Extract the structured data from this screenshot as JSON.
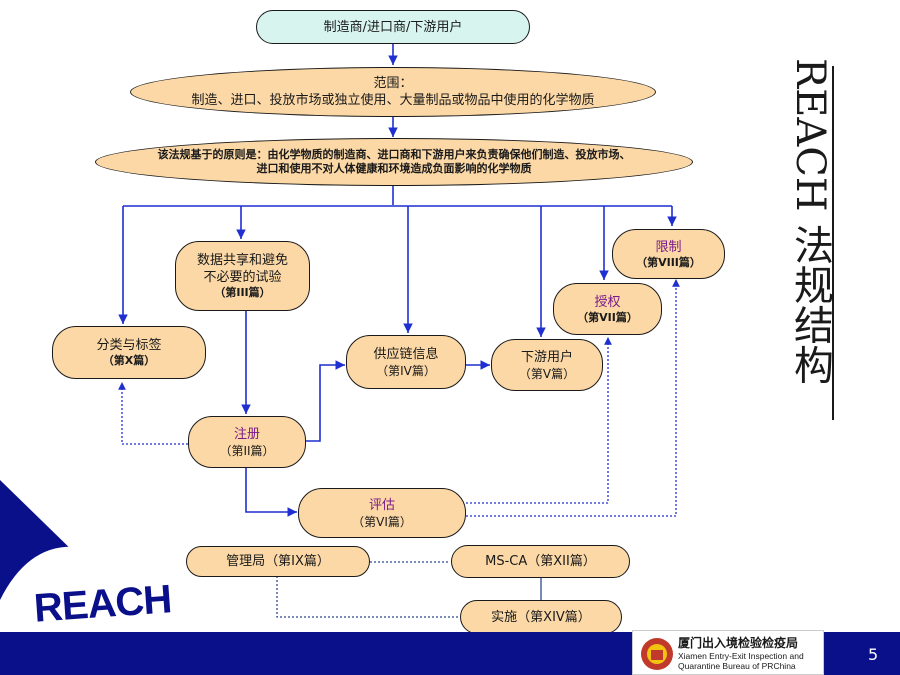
{
  "top_box": "制造商/进口商/下游用户",
  "scope": {
    "line1": "范围：",
    "line2": "制造、进口、投放市场或独立使用、大量制品或物品中使用的化学物质"
  },
  "principle": {
    "line1": "该法规基于的原则是：由化学物质的制造商、进口商和下游用户来负责确保他们制造、投放市场、",
    "line2": "进口和使用不对人体健康和环境造成负面影响的化学物质"
  },
  "nodes": {
    "data_sharing": {
      "line1": "数据共享和避免",
      "line2": "不必要的试验",
      "title": "（第III篇）"
    },
    "classification": {
      "label": "分类与标签",
      "title": "（第X篇）"
    },
    "supply_chain": {
      "label": "供应链信息",
      "title": "（第IV篇）"
    },
    "downstream": {
      "label": "下游用户",
      "title": "（第V篇）"
    },
    "authorisation": {
      "label": "授权",
      "title": "（第VII篇）"
    },
    "restriction": {
      "label": "限制",
      "title": "（第VIII篇）"
    },
    "registration": {
      "label": "注册",
      "title": "（第II篇）"
    },
    "evaluation": {
      "label": "评估",
      "title": "（第VI篇）"
    },
    "agency": {
      "label": "管理局（第IX篇）"
    },
    "msca": {
      "label": "MS-CA（第XII篇）"
    },
    "enforcement": {
      "label": "实施（第XIV篇）"
    }
  },
  "side_title": "REACH 法规结构",
  "page_number": "5",
  "logo_text": "REACH",
  "seal": {
    "cn": "厦门出入境检验检疫局",
    "en1": "Xiamen Entry-Exit Inspection and",
    "en2": "Quarantine Bureau of PRChina"
  },
  "colors": {
    "box_fill": "#fbd8a6",
    "top_fill": "#d7f5ee",
    "arrow": "#1f2fd0",
    "brand_navy": "#0a0f8a",
    "accent_purple": "#7a1a8a"
  }
}
